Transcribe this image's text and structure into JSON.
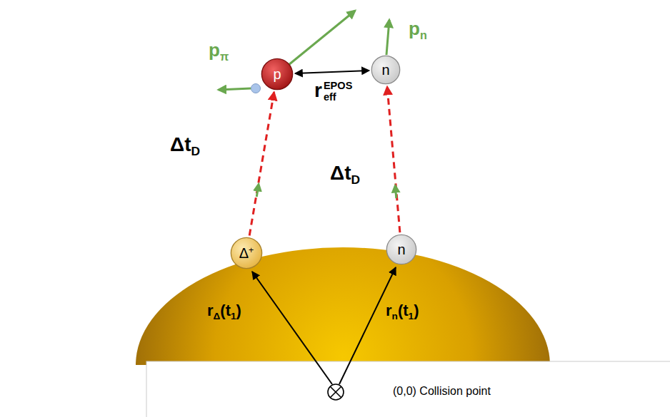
{
  "diagram": {
    "nodes": [
      {
        "text": [
          "Δ",
          "+"
        ]
      },
      {
        "text": [
          "n"
        ]
      },
      {
        "text": [
          "p"
        ]
      },
      {
        "text": [
          "n"
        ]
      }
    ],
    "edges": [
      {
        "from": 0,
        "to": 2,
        "arrow": "to",
        "label": "Δt"
      },
      {
        "from": 1,
        "to": 3,
        "arrow": "to",
        "label": "Δt"
      },
      {
        "from": 2,
        "to": 3,
        "arrow": "both",
        "label": "r"
      }
    ],
    "labels": [
      "D",
      "D",
      "EPOS",
      "eff",
      "r",
      "Δ",
      "(t",
      "1",
      ")",
      "r",
      "n",
      "(t",
      "1",
      ")",
      "p",
      "π",
      "p",
      "n",
      "(0,0) Collision point"
    ]
  }
}
